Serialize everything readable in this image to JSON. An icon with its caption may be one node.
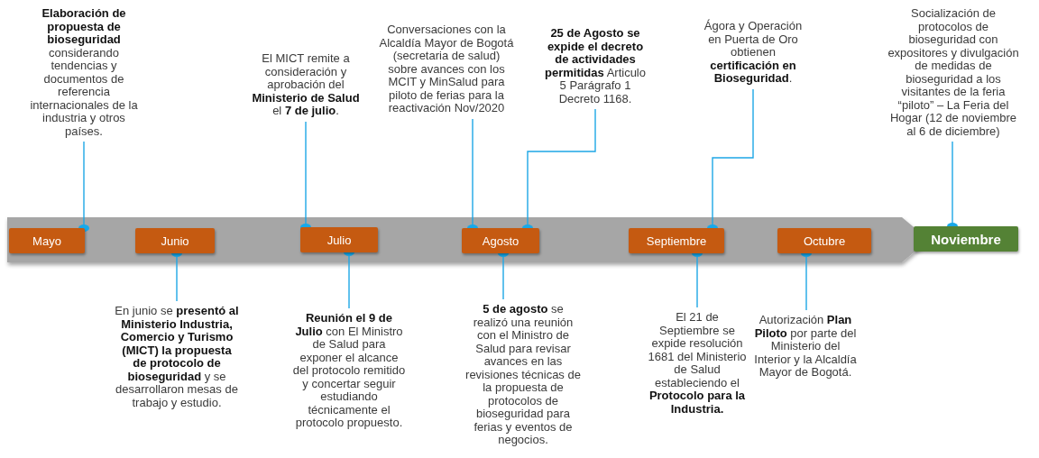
{
  "diagram": {
    "nodes": [
      {
        "text": [
          "**Elaboración de propuesta de bioseguridad** considerando tendencias y documentos de referencia internacionales de la industria y otros países."
        ]
      },
      {
        "text": [
          "El MICT remite a consideración y aprobación del **Ministerio de Salud** el **7 de julio**."
        ]
      },
      {
        "text": [
          "Conversaciones con la Alcaldía Mayor de Bogotá (secretaria de salud) sobre avances con los MCIT y MinSalud para piloto de ferias para la reactivación Nov/2020"
        ]
      },
      {
        "text": [
          "**25 de Agosto se expide el decreto de actividades permitidas** Articulo 5 Parágrafo 1 Decreto 1168."
        ]
      },
      {
        "text": [
          "Ágora y Operación en Puerta de Oro obtienen **certificación en Bioseguridad**."
        ]
      },
      {
        "text": [
          "Socialización de protocolos de bioseguridad con expositores y divulgación de medidas de bioseguridad a los visitantes de la feria “piloto” – La Feria del Hogar (12 de noviembre al 6 de diciembre)"
        ]
      },
      {
        "text": [
          "Mayo"
        ]
      },
      {
        "text": [
          "Junio"
        ]
      },
      {
        "text": [
          "Julio"
        ]
      },
      {
        "text": [
          "Agosto"
        ]
      },
      {
        "text": [
          "Septiembre"
        ]
      },
      {
        "text": [
          "Octubre"
        ]
      },
      {
        "text": [
          "Noviembre"
        ]
      },
      {
        "text": [
          "En junio se **presentó al Ministerio Industria, Comercio y Turismo (MICT) la propuesta de protocolo de bioseguridad** y se desarrollaron mesas de trabajo y estudio."
        ]
      },
      {
        "text": [
          "**Reunión el 9 de Julio** con El Ministro de Salud para exponer el alcance del protocolo remitido y concertar seguir estudiando técnicamente el protocolo propuesto."
        ]
      },
      {
        "text": [
          "**5 de agosto** se realizó una reunión con el Ministro de Salud para revisar avances en las revisiones técnicas de la propuesta de protocolos de bioseguridad para ferias y eventos de negocios."
        ]
      },
      {
        "text": [
          "El 21 de Septiembre se expide resolución 1681 del Ministerio de Salud estableciendo el **Protocolo para la Industria.**"
        ]
      },
      {
        "text": [
          "Autorización **Plan Piloto** por parte del Ministerio del Interior y la Alcaldía Mayor de Bogotá."
        ]
      }
    ],
    "edges": [
      {
        "from": 0,
        "to": 6,
        "arrow": "other"
      },
      {
        "from": 1,
        "to": 8,
        "arrow": "other"
      },
      {
        "from": 2,
        "to": 9,
        "arrow": "other"
      },
      {
        "from": 3,
        "to": 9,
        "arrow": "other"
      },
      {
        "from": 4,
        "to": 10,
        "arrow": "other"
      },
      {
        "from": 5,
        "to": 12,
        "arrow": "other"
      },
      {
        "from": 13,
        "to": 7,
        "arrow": "other"
      },
      {
        "from": 14,
        "to": 8,
        "arrow": "other"
      },
      {
        "from": 15,
        "to": 9,
        "arrow": "other"
      },
      {
        "from": 16,
        "to": 10,
        "arrow": "other"
      },
      {
        "from": 17,
        "to": 11,
        "arrow": "other"
      }
    ]
  }
}
